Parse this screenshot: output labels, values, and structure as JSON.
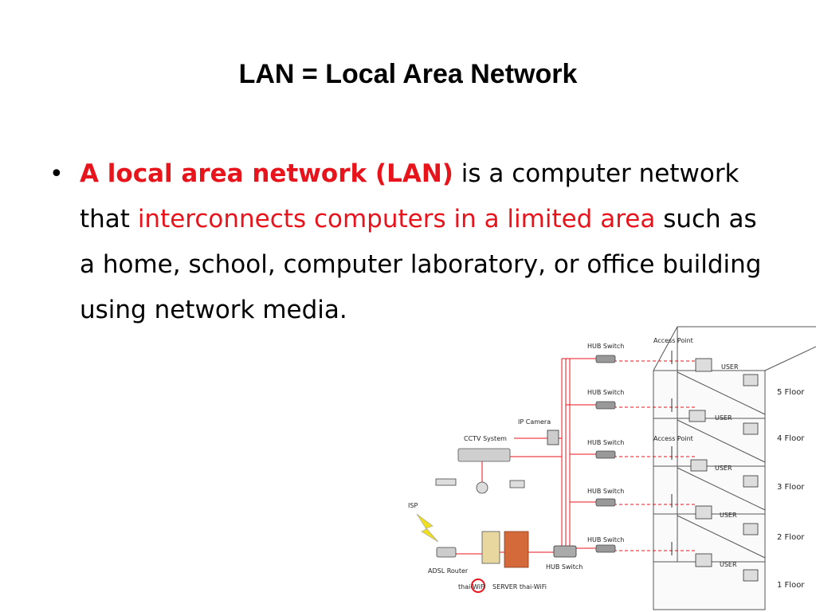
{
  "slide": {
    "title": "LAN = Local Area Network",
    "bullet": {
      "part1": "A local area network (LAN)",
      "part2": " is a computer network that ",
      "part3": "interconnects computers in a limited area",
      "part4": " such as a home, school, computer laboratory, or office building using network media."
    }
  },
  "diagram": {
    "labels": {
      "isp": "ISP",
      "adsl_router": "ADSL Router",
      "server": "SERVER thai-WiFi",
      "thai_wifi": "thai-WiFi",
      "hub_switch_main": "HUB Switch",
      "cctv": "CCTV System",
      "ip_camera": "IP Camera"
    },
    "floors": [
      {
        "name": "5 Floor",
        "hub": "HUB Switch",
        "ap": "Access Point",
        "user": "USER"
      },
      {
        "name": "4 Floor",
        "hub": "HUB Switch",
        "ap": "Access Point",
        "user": "USER"
      },
      {
        "name": "3 Floor",
        "hub": "HUB Switch",
        "ap": "",
        "user": "USER"
      },
      {
        "name": "2 Floor",
        "hub": "HUB Switch",
        "ap": "",
        "user": "USER"
      },
      {
        "name": "1 Floor",
        "hub": "HUB Switch",
        "ap": "",
        "user": "USER"
      }
    ],
    "colors": {
      "red_line": "#e8141c",
      "title_red": "#e8141c"
    }
  }
}
